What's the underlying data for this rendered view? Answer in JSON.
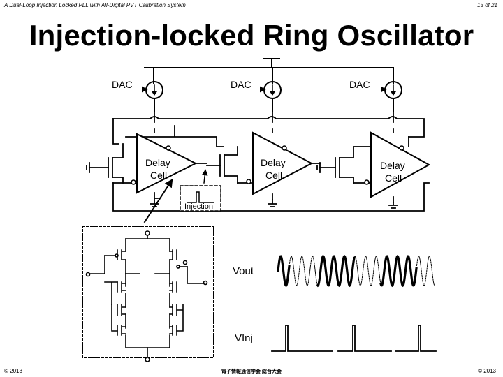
{
  "header": {
    "left": "A Dual-Loop Injection Locked PLL with All-Digital PVT Calibration System",
    "right": "13 of 21"
  },
  "title": "Injection-locked Ring Oscillator",
  "labels": {
    "dac1": "DAC",
    "dac2": "DAC",
    "dac3": "DAC",
    "cell1_l1": "Delay",
    "cell1_l2": "Cell",
    "cell2_l1": "Delay",
    "cell2_l2": "Cell",
    "cell3_l1": "Delay",
    "cell3_l2": "Cell",
    "injection": "Injection",
    "vout": "Vout",
    "vinj": "VInj"
  },
  "footer": {
    "left": "© 2013",
    "center": "電子情報通信学会 総合大会",
    "right": "© 2013"
  }
}
